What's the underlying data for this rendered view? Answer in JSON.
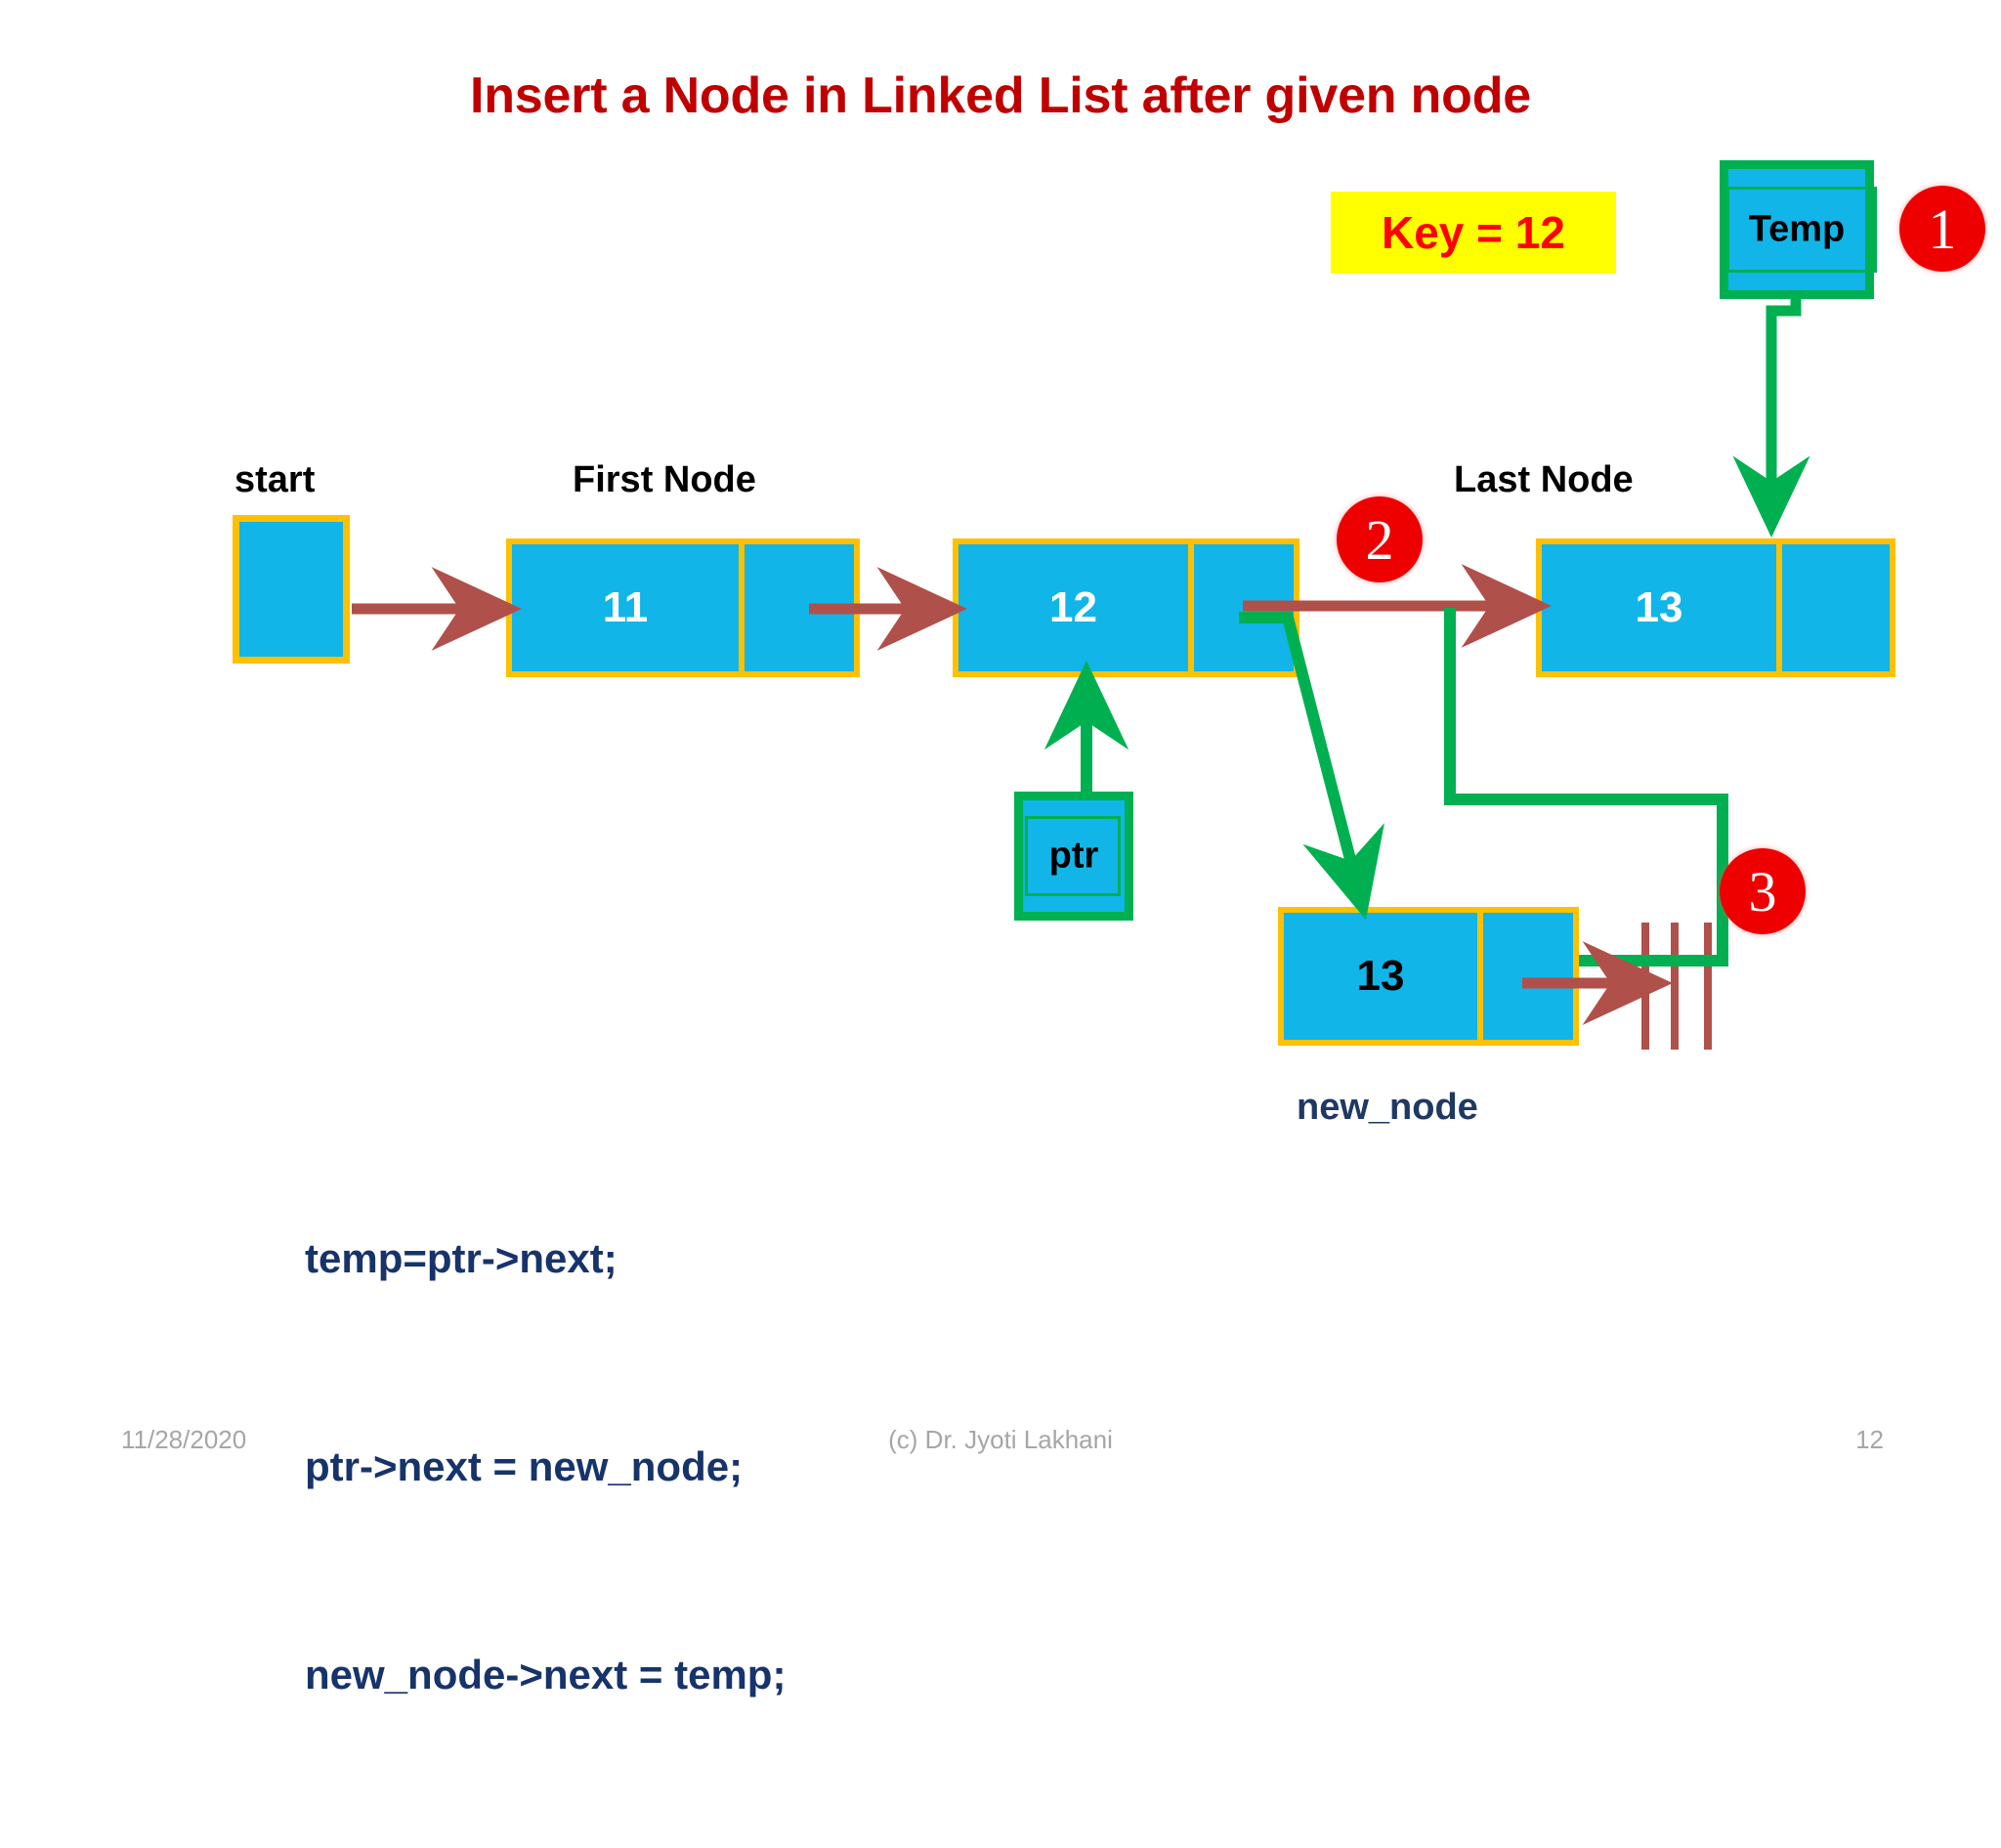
{
  "slide": {
    "title": "Insert a Node in Linked List after given node"
  },
  "key_box": {
    "text": "Key = 12",
    "background": "#FFFF00",
    "text_color": "#FF0000"
  },
  "pointers": {
    "temp": {
      "label": "Temp"
    },
    "ptr": {
      "label": "ptr"
    }
  },
  "labels": {
    "start": "start",
    "first_node": "First Node",
    "last_node": "Last Node",
    "new_node": "new_node"
  },
  "nodes": {
    "start": {
      "data": "",
      "link": ""
    },
    "first": {
      "data": "11",
      "link": ""
    },
    "middle": {
      "data": "12",
      "link": ""
    },
    "last": {
      "data": "13",
      "link": ""
    },
    "new": {
      "data": "13",
      "link": ""
    }
  },
  "badges": {
    "one": "1",
    "two": "2",
    "three": "3",
    "color": "#EE0000"
  },
  "code": {
    "line1": "temp=ptr->next;",
    "line2": "ptr->next = new_node;",
    "line3": "new_node->next = temp;",
    "color": "#17336B"
  },
  "footer": {
    "date": "11/28/2020",
    "copyright": "(c) Dr. Jyoti Lakhani",
    "page": "12"
  },
  "colors": {
    "node_fill": "#12B5E8",
    "node_border": "#FFC000",
    "pointer_border": "#00B050",
    "red_arrow": "#B0504A",
    "green_arrow": "#00B050",
    "title": "#C00000"
  }
}
